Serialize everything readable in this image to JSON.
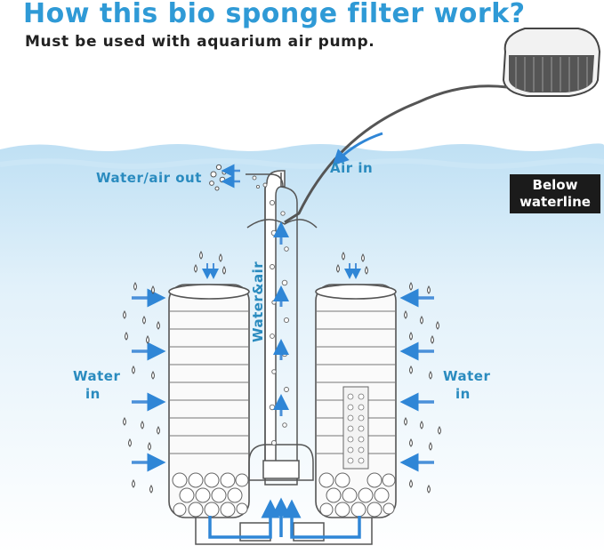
{
  "title": "How this bio sponge filter work?",
  "subtitle": "Must be used with aquarium air pump.",
  "labels": {
    "water_air_out": "Water/air out",
    "air_in": "Air in",
    "below_waterline_line1": "Below",
    "below_waterline_line2": "waterline",
    "water_air": "Water&air",
    "water_in_left_1": "Water",
    "water_in_left_2": "in",
    "water_in_right_1": "Water",
    "water_in_right_2": "in"
  },
  "colors": {
    "accent": "#2f9ad6",
    "label": "#2a8bbf",
    "flow_arrow": "#2f86d6",
    "water": "#d6ecf8",
    "outline": "#555555"
  },
  "icons": [
    "air-pump-icon",
    "air-tube-icon",
    "sponge-icon",
    "bio-ball-icon",
    "water-drop-icon",
    "flow-arrow-icon",
    "bubble-icon"
  ]
}
